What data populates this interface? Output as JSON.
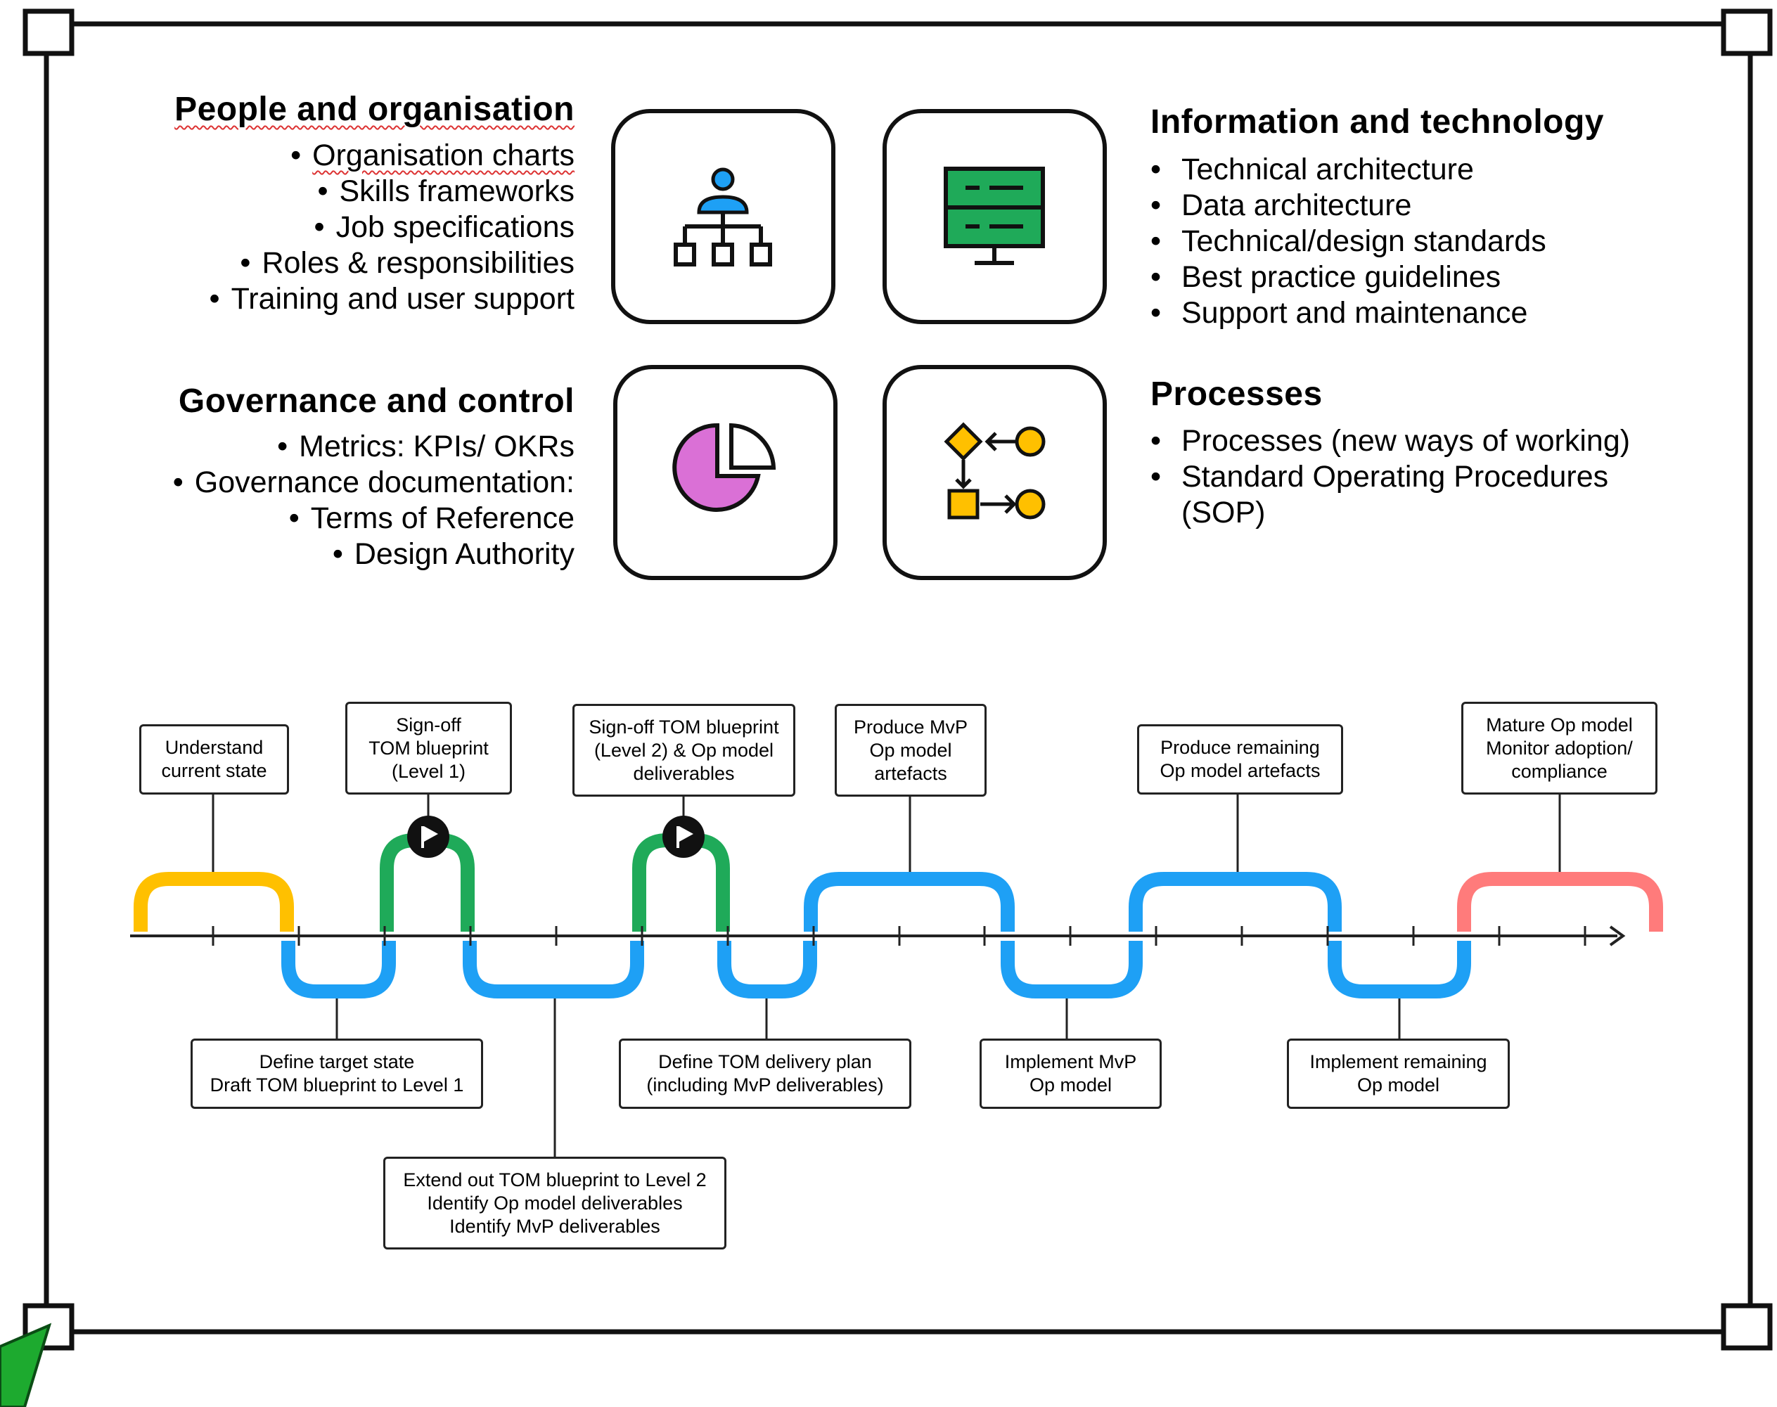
{
  "quadrants": {
    "people": {
      "title": "People and organisation",
      "items": [
        "Organisation charts",
        "Skills frameworks",
        "Job specifications",
        "Roles & responsibilities",
        "Training and user support"
      ],
      "icon": "org-chart-icon"
    },
    "information": {
      "title": "Information and technology",
      "items": [
        "Technical architecture",
        "Data architecture",
        "Technical/design standards",
        "Best practice guidelines",
        "Support and maintenance"
      ],
      "icon": "server-icon"
    },
    "governance": {
      "title": "Governance and control",
      "items": [
        "Metrics: KPIs/ OKRs",
        "Governance documentation:",
        "Terms of Reference",
        "Design Authority"
      ],
      "icon": "pie-chart-icon"
    },
    "processes": {
      "title": "Processes",
      "items": [
        "Processes (new ways of working)",
        "Standard Operating Procedures",
        "(SOP)"
      ],
      "icon": "process-flow-icon"
    }
  },
  "timeline": {
    "top_labels": [
      "Understand\ncurrent state",
      "Sign-off\nTOM blueprint\n(Level 1)",
      "Sign-off TOM blueprint\n(Level 2) & Op model\ndeliverables",
      "Produce MvP\nOp model\nartefacts",
      "Produce remaining\nOp model artefacts",
      "Mature Op model\nMonitor adoption/\ncompliance"
    ],
    "bottom_labels": [
      "Define target state\nDraft TOM blueprint to Level 1",
      "Extend out TOM blueprint to Level 2\nIdentify Op model deliverables\nIdentify MvP deliverables",
      "Define TOM delivery plan\n(including MvP deliverables)",
      "Implement MvP\nOp model",
      "Implement remaining\nOp model"
    ],
    "milestone_icon": "flag-icon"
  },
  "colors": {
    "yellow": "#FFC000",
    "green": "#1FAA59",
    "blue": "#1EA0F5",
    "pink": "#FF7B7B",
    "server_green": "#1FAA59",
    "pie_pink": "#DA70D6",
    "process_yellow": "#FFC000",
    "person_blue": "#1EA0F5"
  }
}
